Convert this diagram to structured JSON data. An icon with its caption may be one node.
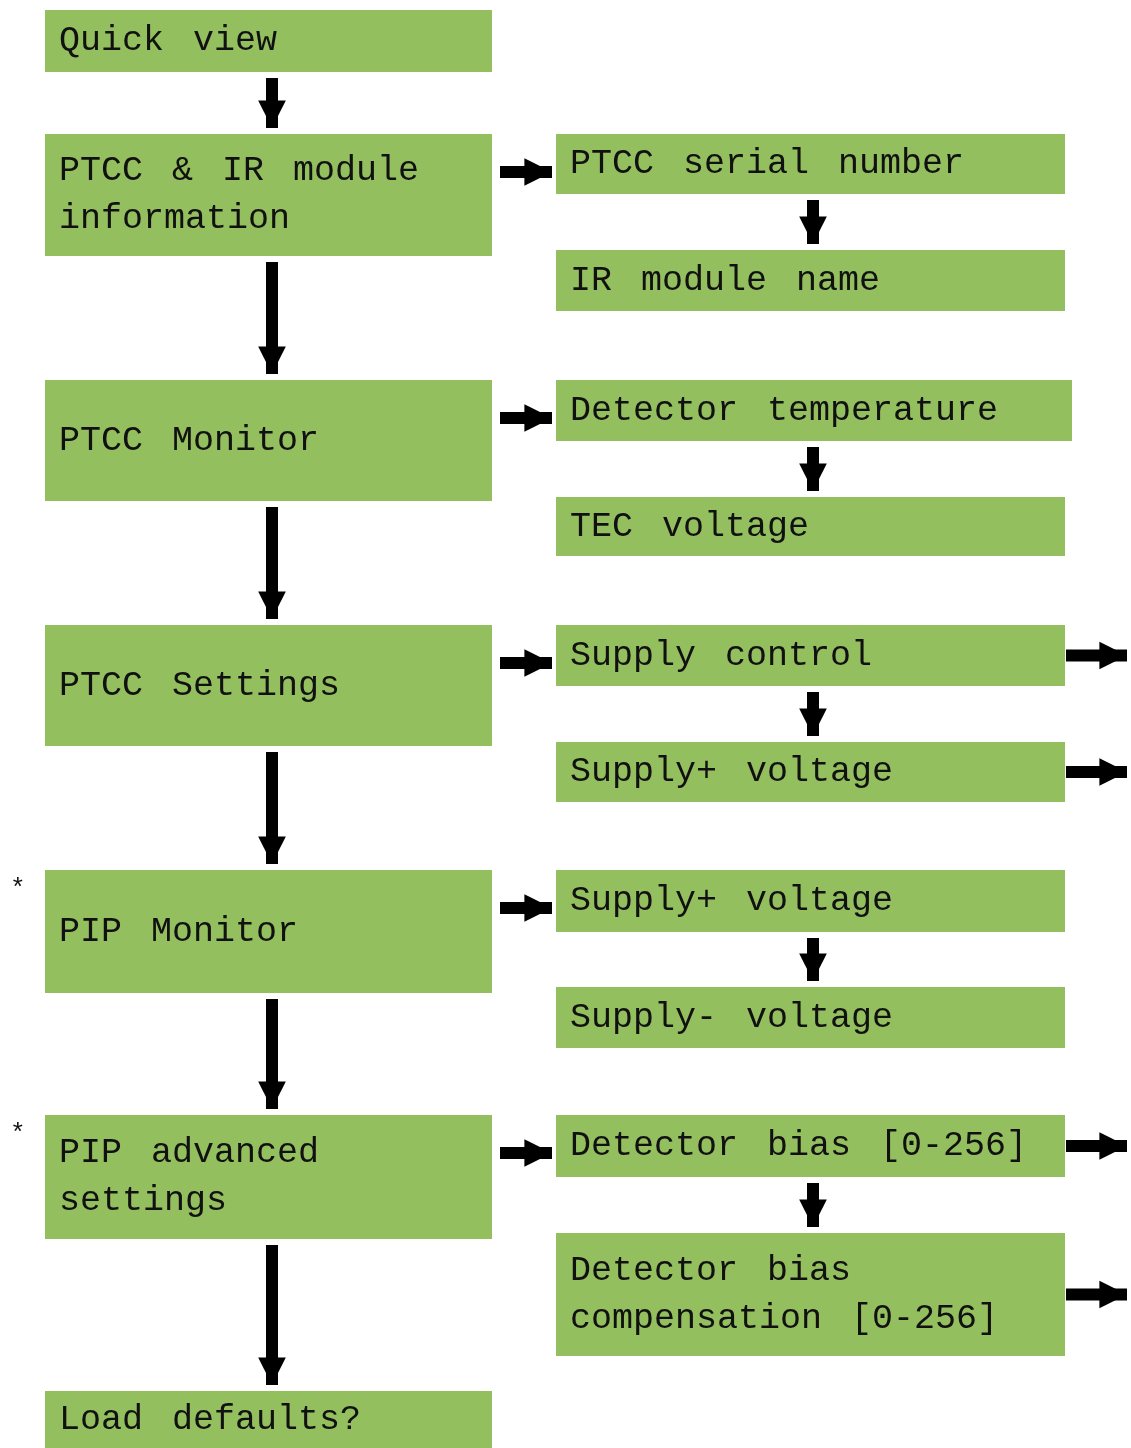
{
  "diagram": {
    "nodes": [
      {
        "text": [
          "Quick view"
        ]
      },
      {
        "text": [
          "PTCC & IR module information"
        ]
      },
      {
        "text": [
          "PTCC serial number"
        ]
      },
      {
        "text": [
          "IR module name"
        ]
      },
      {
        "text": [
          "PTCC Monitor"
        ]
      },
      {
        "text": [
          "Detector temperature"
        ]
      },
      {
        "text": [
          "TEC voltage"
        ]
      },
      {
        "text": [
          "PTCC Settings"
        ]
      },
      {
        "text": [
          "Supply control"
        ]
      },
      {
        "text": [
          "Supply+ voltage"
        ]
      },
      {
        "text": [
          "PIP Monitor"
        ],
        "beside": [
          "*"
        ]
      },
      {
        "text": [
          "Supply+ voltage"
        ]
      },
      {
        "text": [
          "Supply- voltage"
        ]
      },
      {
        "text": [
          "PIP advanced settings"
        ],
        "beside": [
          "*"
        ]
      },
      {
        "text": [
          "Detector bias [0-256]"
        ]
      },
      {
        "text": [
          "Detector bias compensation [0-256]"
        ]
      },
      {
        "text": [
          "Load defaults?"
        ]
      }
    ],
    "edges": [
      {
        "from": 0,
        "to": 1,
        "arrow": "to"
      },
      {
        "from": 1,
        "to": 4,
        "arrow": "to"
      },
      {
        "from": 4,
        "to": 7,
        "arrow": "to"
      },
      {
        "from": 7,
        "to": 10,
        "arrow": "to"
      },
      {
        "from": 10,
        "to": 13,
        "arrow": "to"
      },
      {
        "from": 13,
        "to": 16,
        "arrow": "to"
      },
      {
        "from": 1,
        "to": 2,
        "arrow": "to"
      },
      {
        "from": 2,
        "to": 3,
        "arrow": "to"
      },
      {
        "from": 4,
        "to": 5,
        "arrow": "to"
      },
      {
        "from": 5,
        "to": 6,
        "arrow": "to"
      },
      {
        "from": 7,
        "to": 8,
        "arrow": "to"
      },
      {
        "from": 8,
        "to": 9,
        "arrow": "to"
      },
      {
        "from": 10,
        "to": 11,
        "arrow": "to"
      },
      {
        "from": 11,
        "to": 12,
        "arrow": "to"
      },
      {
        "from": 13,
        "to": 14,
        "arrow": "to"
      },
      {
        "from": 14,
        "to": 15,
        "arrow": "to"
      },
      {
        "from": 8,
        "to": null,
        "arrow": "to"
      },
      {
        "from": 9,
        "to": null,
        "arrow": "to"
      },
      {
        "from": 14,
        "to": null,
        "arrow": "to"
      },
      {
        "from": 15,
        "to": null,
        "arrow": "to"
      }
    ]
  }
}
